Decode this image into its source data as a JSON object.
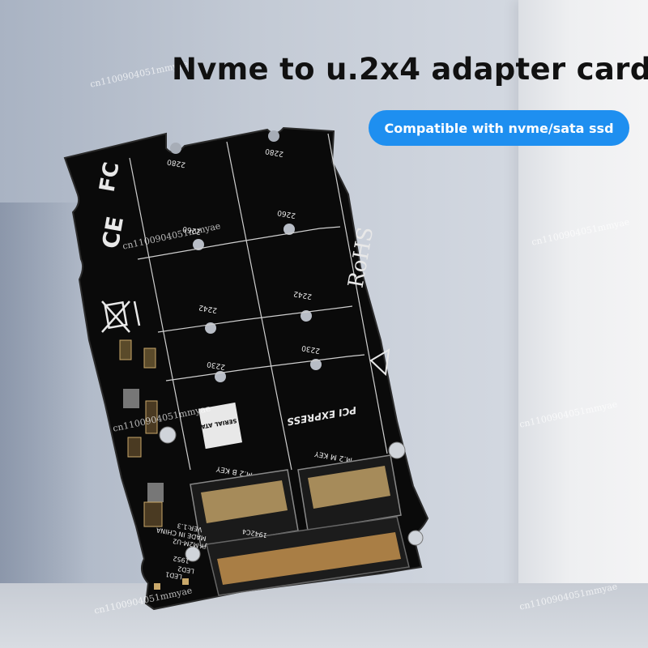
{
  "headline": "Nvme to u.2x4 adapter card",
  "badge": "Compatible with nvme/sata ssd",
  "colors": {
    "badge_bg": "#1e8ff0",
    "pcb": "#0a0a0a",
    "silk": "#e8e8e8"
  },
  "board": {
    "fcc": "FC",
    "ce": "CE",
    "rohs": "RoHS",
    "sizes_left": [
      "2280",
      "2260",
      "2242",
      "2230"
    ],
    "sizes_right": [
      "2280",
      "2260",
      "2242",
      "2230"
    ],
    "key_left": "M.2 B KEY",
    "key_right": "M.2 M KEY",
    "sata_logo": "SERIAL ATA",
    "pci_logo": "PCI EXPRESS",
    "made": "MADE IN CHINA",
    "model": "JY-M2M-U2",
    "version": "VER:1.3",
    "date": "1952",
    "conn_code": "1942C4",
    "led1": "LED1",
    "led2": "LED2"
  },
  "watermark": "cn1100904051mmyae"
}
